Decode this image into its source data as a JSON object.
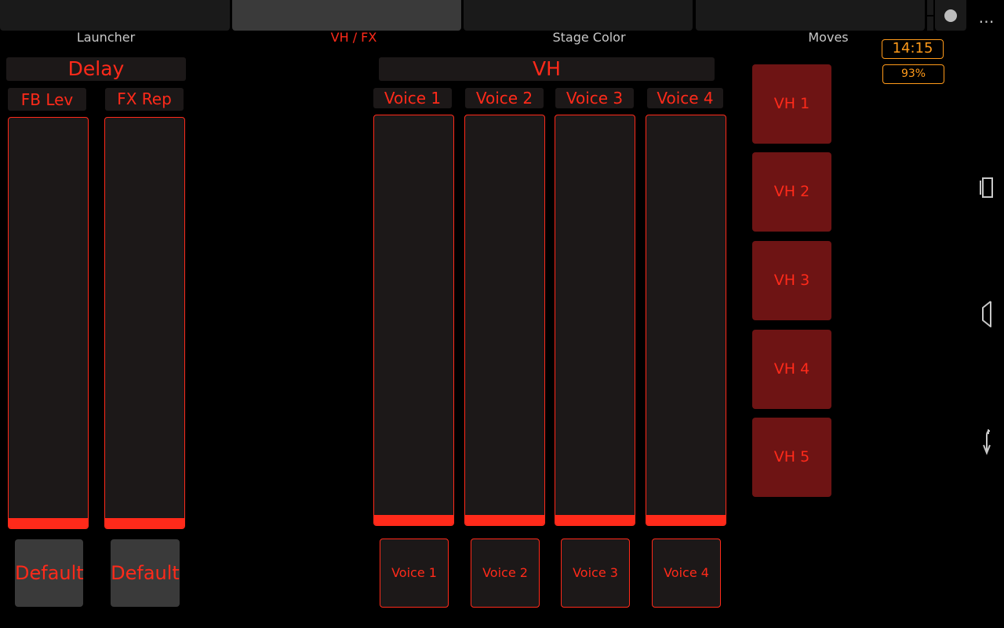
{
  "tabs": [
    {
      "label": "Launcher",
      "active": false
    },
    {
      "label": "VH / FX",
      "active": true
    },
    {
      "label": "Stage Color",
      "active": false
    },
    {
      "label": "Moves",
      "active": false
    }
  ],
  "status": {
    "time": "14:15",
    "battery": "93%"
  },
  "menu_icon": "…",
  "delay": {
    "title": "Delay",
    "faders": [
      {
        "label": "FB Lev",
        "level": 0.0,
        "button": "Default"
      },
      {
        "label": "FX Rep",
        "level": 0.0,
        "button": "Default"
      }
    ]
  },
  "vh": {
    "title": "VH",
    "faders": [
      {
        "label": "Voice 1",
        "level": 0.0,
        "button": "Voice 1"
      },
      {
        "label": "Voice 2",
        "level": 0.0,
        "button": "Voice 2"
      },
      {
        "label": "Voice 3",
        "level": 0.0,
        "button": "Voice 3"
      },
      {
        "label": "Voice 4",
        "level": 0.0,
        "button": "Voice 4"
      }
    ]
  },
  "vh_buttons": [
    "VH 1",
    "VH 2",
    "VH 3",
    "VH 4",
    "VH 5"
  ],
  "colors": {
    "accent": "#ff2a1a",
    "status": "#ff9a1a",
    "vh_button": "#6e1414",
    "panel": "#1c1818"
  },
  "nav": {
    "recent_icon": "recent-apps-icon",
    "back_icon": "back-icon",
    "home_icon": "home-icon"
  }
}
